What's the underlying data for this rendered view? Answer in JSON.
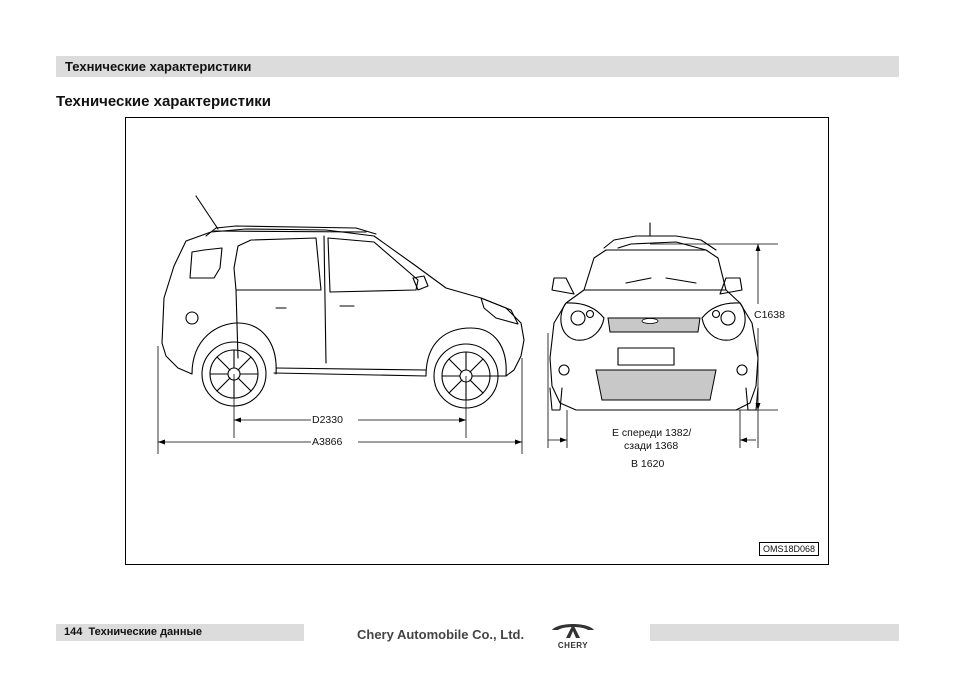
{
  "header": {
    "title": "Технические характеристики"
  },
  "section": {
    "title": "Технические характеристики"
  },
  "figure": {
    "code": "OMS18D068",
    "dims": {
      "wheelbase": "D2330",
      "length": "A3866",
      "height": "C1638",
      "track": "Е спереди 1382/",
      "track2": "сзади 1368",
      "width": "B 1620"
    }
  },
  "footer": {
    "page": "144",
    "section": "Технические данные",
    "company": "Chery Automobile Co., Ltd.",
    "logo_text": "CHERY"
  }
}
